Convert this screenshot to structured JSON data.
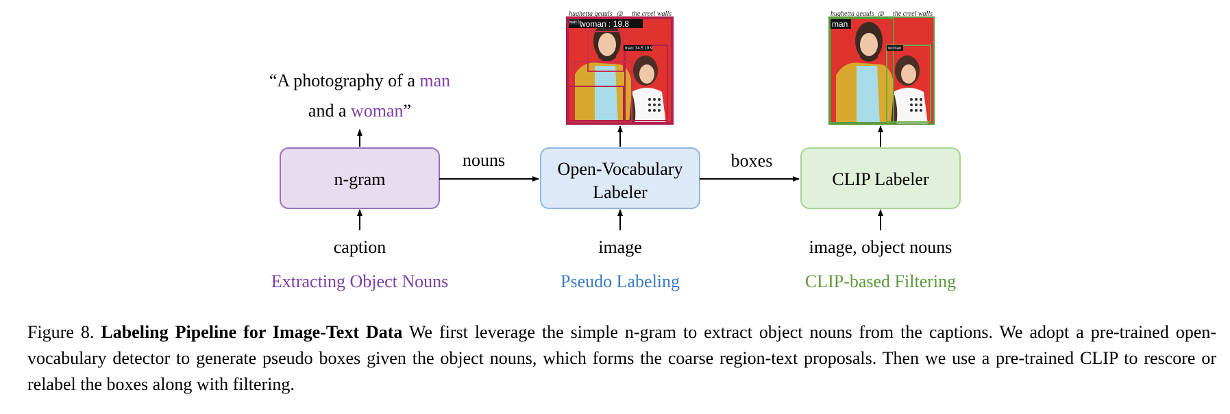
{
  "stages": {
    "ngram": {
      "box_label": "n-gram",
      "input": "caption",
      "output_line1_prefix": "“A photography of a ",
      "output_word1": "man",
      "output_line2_prefix": "and a ",
      "output_word2": "woman",
      "output_line2_suffix": "”",
      "stage_title": "Extracting Object Nouns"
    },
    "labeler": {
      "box_label_line1": "Open-Vocabulary",
      "box_label_line2": "Labeler",
      "input": "image",
      "stage_title": "Pseudo Labeling",
      "photo": {
        "header_left": "hughetta geauls",
        "header_mid": "@",
        "header_right": "the creel walls",
        "detections": [
          "woman : 19.8",
          "man: 15",
          "man: 34.5 19.9"
        ]
      }
    },
    "clip": {
      "box_label": "CLIP Labeler",
      "input": "image, object nouns",
      "stage_title": "CLIP-based Filtering",
      "photo": {
        "header_left": "hughetta geauls",
        "header_mid": "@",
        "header_right": "the creel walls",
        "detections": [
          "man",
          "woman"
        ]
      }
    }
  },
  "edges": {
    "nouns_label": "nouns",
    "boxes_label": "boxes"
  },
  "colors": {
    "ngram_fill": "#e8dcef",
    "ngram_stroke": "#9b6fc0",
    "ngram_accent": "#7b3fa8",
    "labeler_fill": "#dde9f6",
    "labeler_stroke": "#8fb7e3",
    "labeler_accent": "#3a7cc2",
    "clip_fill": "#e1f0da",
    "clip_stroke": "#a6d590",
    "clip_accent": "#5c9a3c"
  },
  "caption": {
    "figure_no": "Figure 8.",
    "title": "Labeling Pipeline for Image-Text Data",
    "body": "We first leverage the simple n-gram to extract object nouns from the captions. We adopt a pre-trained open-vocabulary detector to generate pseudo boxes given the object nouns, which forms the coarse region-text proposals. Then we use a pre-trained CLIP to rescore or relabel the boxes along with filtering."
  }
}
